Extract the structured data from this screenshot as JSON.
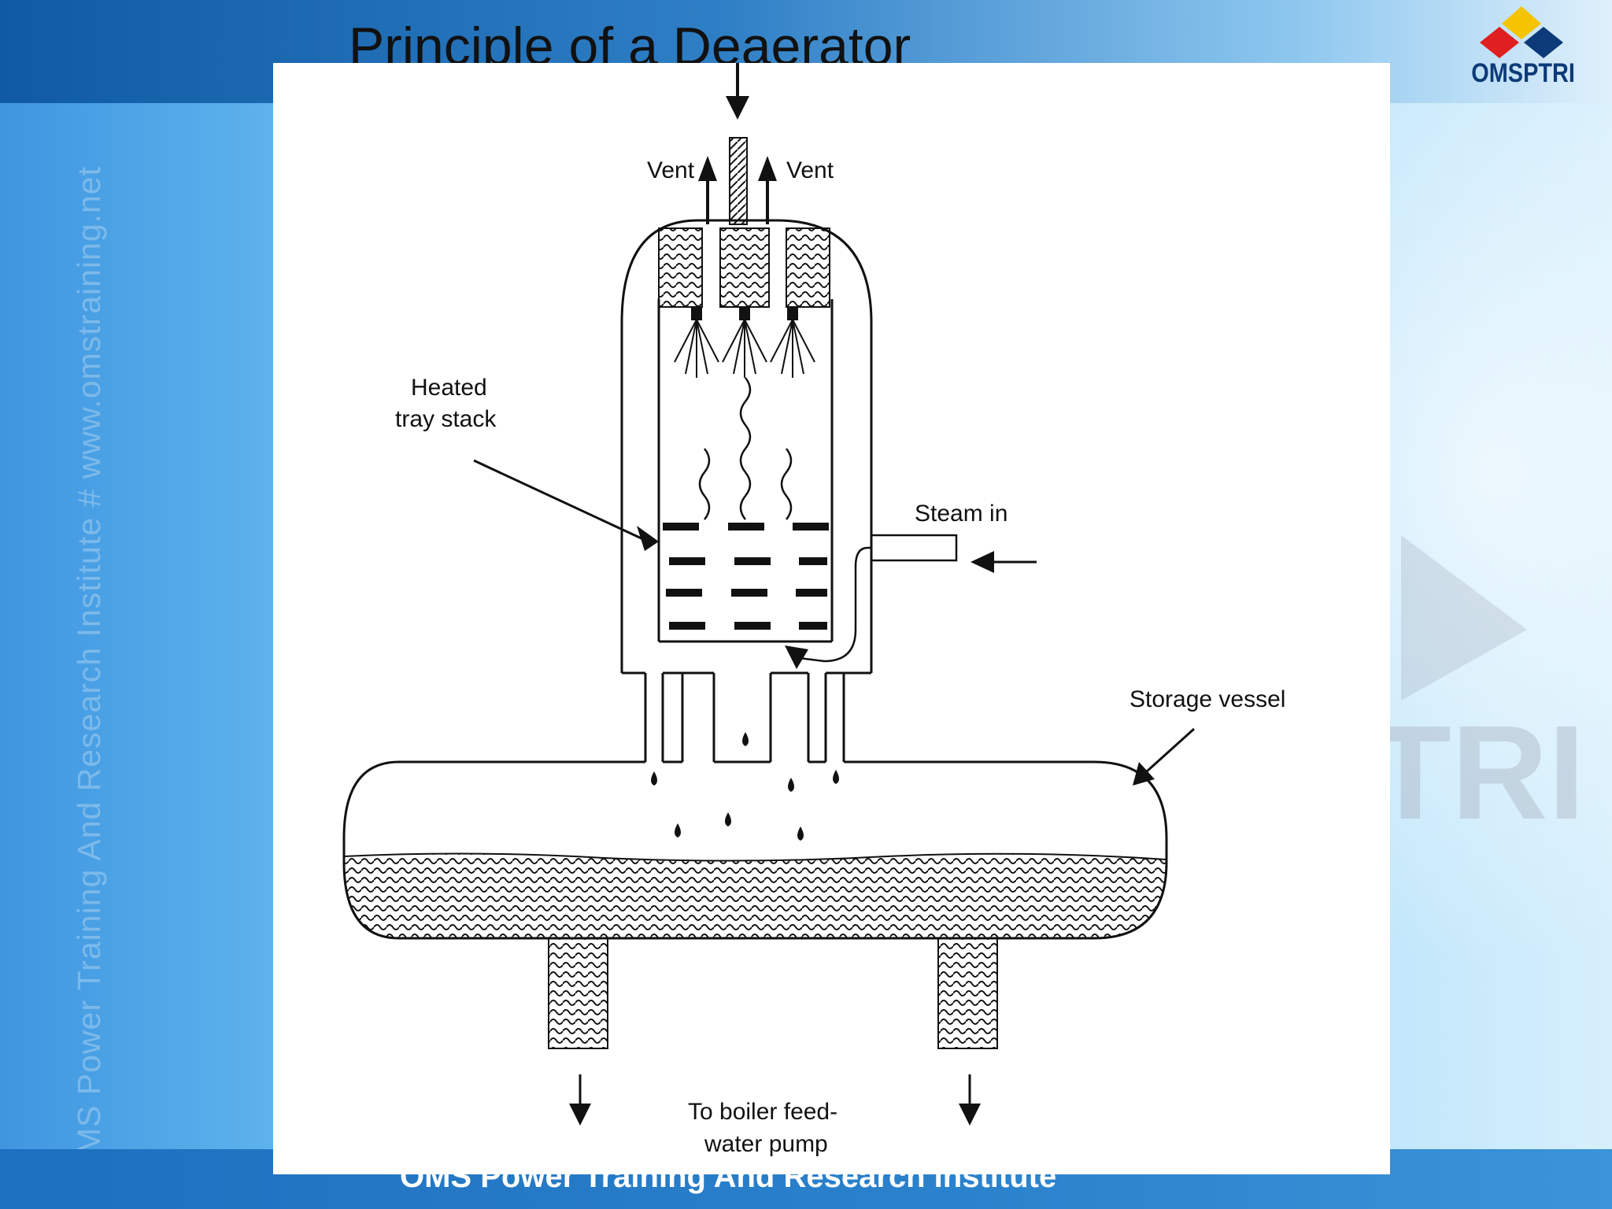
{
  "slide": {
    "title": "Principle of a Deaerator",
    "footer": "OMS Power Training And Research Institute",
    "watermark": "OMS Power Training And Research Institute # www.omstraining.net",
    "logo_text": "OMSPTRI"
  },
  "diagram": {
    "labels": {
      "vent_left": "Vent",
      "vent_right": "Vent",
      "heated_tray_stack_line1": "Heated",
      "heated_tray_stack_line2": "tray stack",
      "steam_in": "Steam in",
      "storage_vessel": "Storage vessel",
      "outlet_line1": "To boiler feed-",
      "outlet_line2": "water pump"
    }
  },
  "colors": {
    "title_band": "#0f5aa3",
    "footer_band": "#2b82cc",
    "logo_red": "#e02020",
    "logo_yellow": "#f5c400",
    "logo_blue": "#0d3a78"
  }
}
